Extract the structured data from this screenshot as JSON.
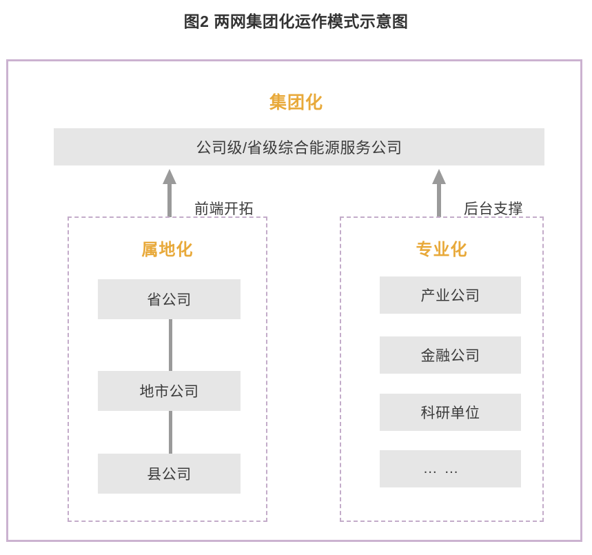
{
  "figure": {
    "title": "图2 两网集团化运作模式示意图"
  },
  "diagram": {
    "group": {
      "heading": "集团化",
      "top_node": "公司级/省级综合能源服务公司"
    },
    "connectors": [
      {
        "label": "前端开拓",
        "icon": "arrow-up-icon",
        "target": "属地化"
      },
      {
        "label": "后台支撑",
        "icon": "arrow-up-icon",
        "target": "专业化"
      }
    ],
    "panels": [
      {
        "heading": "属地化",
        "arrow_label": "前端开拓",
        "linked": true,
        "nodes": [
          "省公司",
          "地市公司",
          "县公司"
        ]
      },
      {
        "heading": "专业化",
        "arrow_label": "后台支撑",
        "linked": false,
        "nodes": [
          "产业公司",
          "金融公司",
          "科研单位",
          "… …"
        ]
      }
    ]
  },
  "colors": {
    "frame_border": "#cbb2d0",
    "panel_border": "#c3abc9",
    "accent_heading": "#e8a93a",
    "node_fill": "#e6e6e6",
    "arrow": "#9a9a9a",
    "text": "#3b3b3b",
    "background": "#ffffff"
  }
}
